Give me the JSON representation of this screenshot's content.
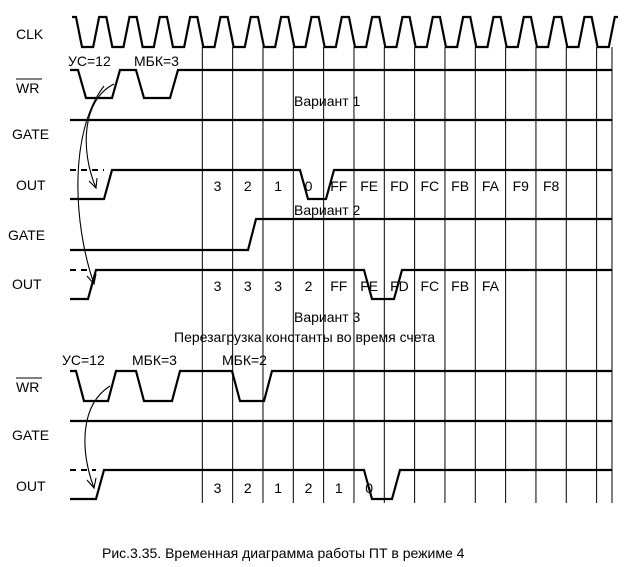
{
  "signals": {
    "clk": "CLK",
    "wr": "WR",
    "gate": "GATE",
    "out": "OUT"
  },
  "variants": {
    "v1": "Вариант 1",
    "v2": "Вариант 2",
    "v3": "Вариант 3",
    "v3_subtitle": "Перезагрузка константы во время счета"
  },
  "annotations": {
    "us12": "УС=12",
    "mbk3": "МБК=3",
    "mbk2": "МБК=2"
  },
  "counts": {
    "v1": [
      "3",
      "2",
      "1",
      "0",
      "FF",
      "FE",
      "FD",
      "FC",
      "FB",
      "FA",
      "F9",
      "F8"
    ],
    "v2": [
      "3",
      "3",
      "3",
      "2",
      "FF",
      "FE",
      "FD",
      "FC",
      "FB",
      "FA"
    ],
    "v3": [
      "3",
      "2",
      "1",
      "2",
      "1",
      "0"
    ]
  },
  "caption": "Рис.3.35. Временная диаграмма работы ПТ в режиме 4"
}
